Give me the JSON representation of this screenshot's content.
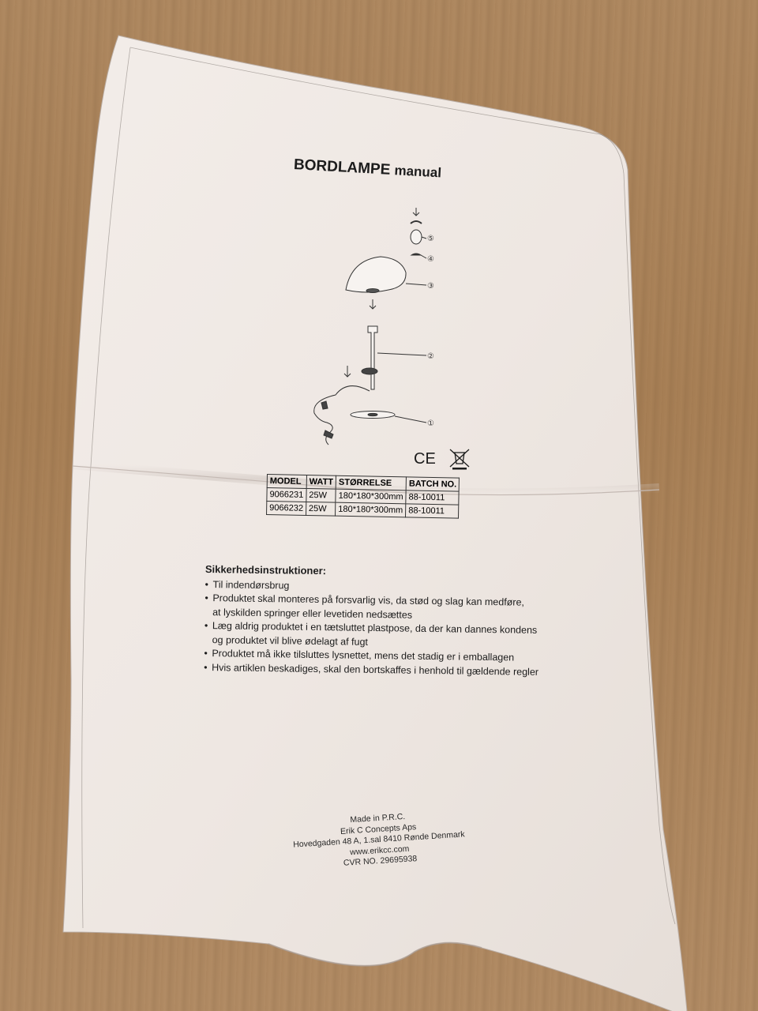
{
  "document": {
    "title": "BORDLAMPE",
    "title_suffix": "manual",
    "diagram_callouts": [
      "①",
      "②",
      "③",
      "④",
      "⑤"
    ],
    "certification_marks": [
      "CE",
      "WEEE crossed-out bin"
    ],
    "spec_table": {
      "headers": [
        "MODEL",
        "WATT",
        "STØRRELSE",
        "BATCH NO."
      ],
      "rows": [
        [
          "9066231",
          "25W",
          "180*180*300mm",
          "88-10011"
        ],
        [
          "9066232",
          "25W",
          "180*180*300mm",
          "88-10011"
        ]
      ]
    },
    "safety": {
      "heading": "Sikkerhedsinstruktioner:",
      "items": [
        [
          "Til indendørsbrug"
        ],
        [
          "Produktet skal monteres på forsvarlig vis, da stød og slag kan medføre,",
          "at lyskilden springer eller levetiden nedsættes"
        ],
        [
          "Læg aldrig produktet i en tætsluttet plastpose, da der kan dannes kondens",
          "og produktet vil blive ødelagt af fugt"
        ],
        [
          "Produktet må ikke tilsluttes lysnettet, mens det stadig er i emballagen"
        ],
        [
          "Hvis artiklen beskadiges, skal den bortskaffes i henhold til gældende regler"
        ]
      ]
    },
    "footer": {
      "lines": [
        "Made in P.R.C.",
        "Erik C Concepts Aps",
        "Hovedgaden 48 A, 1.sal 8410 Rønde Denmark",
        "www.erikcc.com",
        "CVR NO. 29695938"
      ]
    }
  },
  "colors": {
    "paper": "#f1ebe6",
    "ink": "#1c1c1c",
    "table_background": "#ffffff",
    "wood": "#ad865c"
  }
}
